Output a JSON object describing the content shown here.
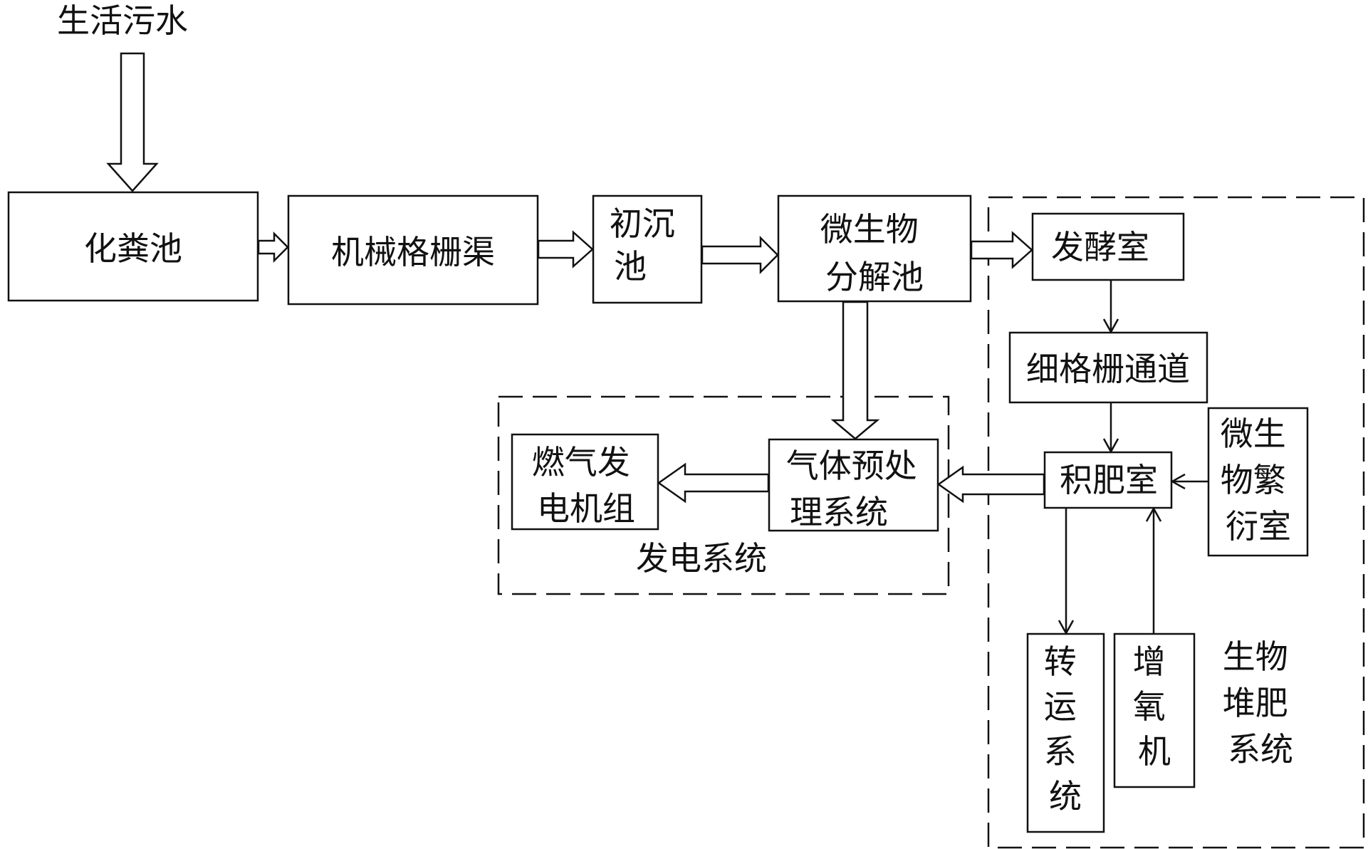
{
  "source_label": "生活污水",
  "boxes": {
    "septic_tank": [
      "化粪池"
    ],
    "mech_grille": [
      "机械格栅渠"
    ],
    "primary_settling": [
      "初沉",
      "池"
    ],
    "microbe_tank": [
      "微生物",
      "分解池"
    ],
    "ferment_room": [
      "发酵室"
    ],
    "fine_grille": [
      "细格栅通道"
    ],
    "compost_room": [
      "积肥室"
    ],
    "microbe_breed": [
      "微生",
      "物繁",
      "衍室"
    ],
    "gas_pretreat": [
      "气体预处",
      "理系统"
    ],
    "gas_generator": [
      "燃气发",
      "电机组"
    ],
    "transport": [
      "转",
      "运",
      "系",
      "统"
    ],
    "aerator": [
      "增",
      "氧",
      "机"
    ]
  },
  "groups": {
    "power_system": "发电系统",
    "compost_system": [
      "生物",
      "堆肥",
      "系统"
    ]
  },
  "colors": {
    "stroke": "#111111",
    "background": "#ffffff"
  }
}
